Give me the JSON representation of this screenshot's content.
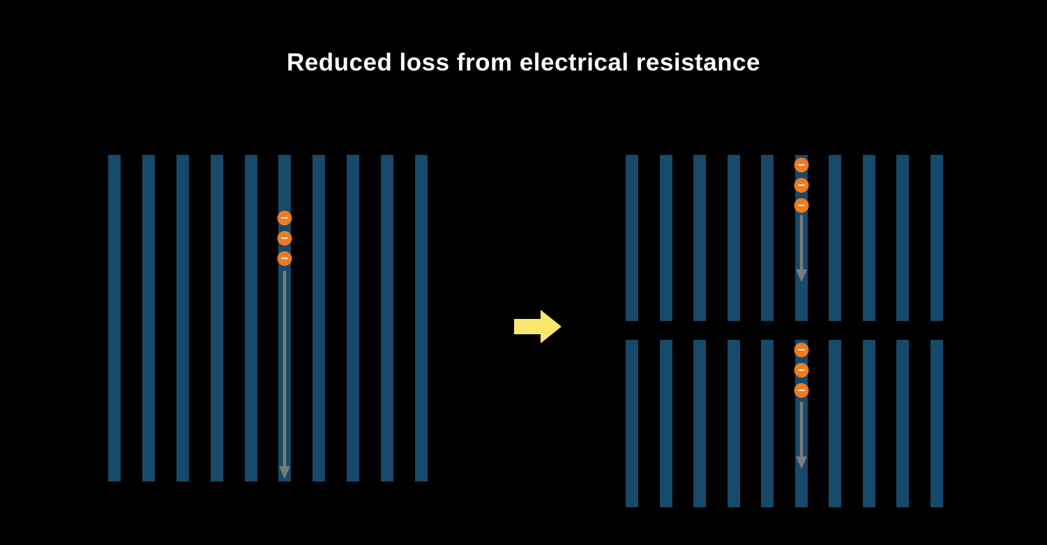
{
  "title": "Reduced loss from electrical resistance",
  "electron_symbol": "−",
  "colors": {
    "background": "#000000",
    "bar": "#17496B",
    "electron": "#EE7C1F",
    "electron_symbol": "#FFFFFF",
    "flow_arrow": "#7C7C7C",
    "transition_arrow": "#F6E96E",
    "title": "#FFFFFF"
  },
  "left_panel": {
    "bar_count": 10,
    "electron_count": 3
  },
  "right_top_panel": {
    "bar_count": 10,
    "electron_count": 3
  },
  "right_bottom_panel": {
    "bar_count": 10,
    "electron_count": 3
  }
}
